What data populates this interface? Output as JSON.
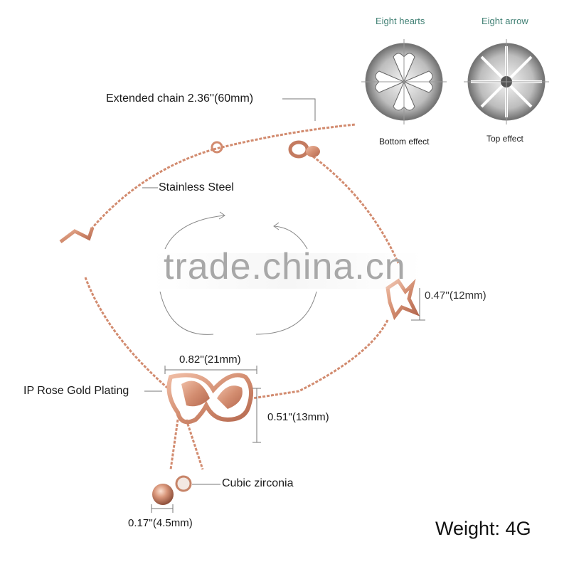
{
  "gem_effects": [
    {
      "title": "Eight hearts",
      "caption": "Bottom effect",
      "icon": "eight-hearts-diamond"
    },
    {
      "title": "Eight arrow",
      "caption": "Top effect",
      "icon": "eight-arrows-diamond"
    }
  ],
  "annotations": {
    "extended_chain": "Extended chain 2.36''(60mm)",
    "material": "Stainless Steel",
    "plating": "IP Rose Gold Plating",
    "butterfly_width": "0.82''(21mm)",
    "butterfly_height": "0.51''(13mm)",
    "small_butterfly_height": "0.47''(12mm)",
    "stone": "Cubic zirconia",
    "bead_diameter": "0.17''(4.5mm)"
  },
  "weight": "Weight: 4G",
  "watermark": "trade.china.cn",
  "colors": {
    "rose_gold": "#d9967a",
    "rose_gold_dark": "#b96f55",
    "accent_text": "#3f7f73",
    "dimension_line": "#777777"
  }
}
